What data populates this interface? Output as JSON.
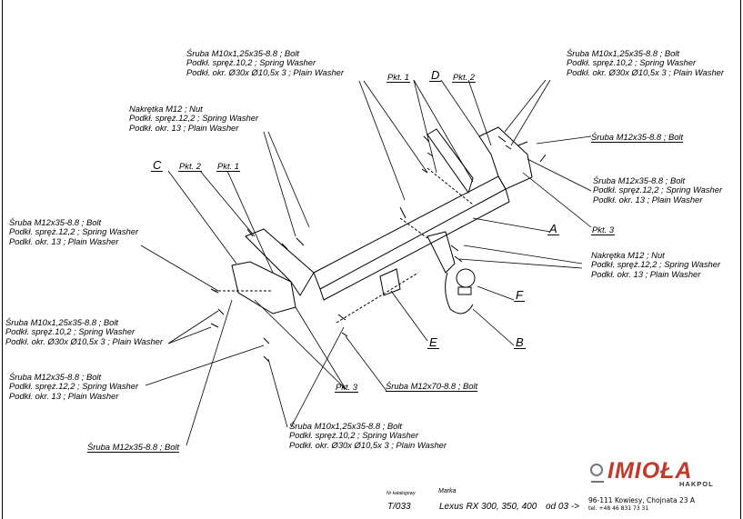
{
  "labels": {
    "bolt_m10_top": [
      "Śruba M10x1,25x35-8.8 ; Bolt",
      "Podkł. spręż.10,2 ; Spring Washer",
      "Podkł. okr. Ø30x Ø10,5x 3 ; Plain Washer"
    ],
    "bolt_m10_topright": [
      "Śruba M10x1,25x35-8.8 ; Bolt",
      "Podkł. spręż.10,2 ; Spring Washer",
      "Podkł. okr. Ø30x Ø10,5x 3 ; Plain Washer"
    ],
    "nut_m12_topleft": [
      "Nakrętka M12 ; Nut",
      "Podkł. spręż.12,2 ; Spring Washer",
      "Podkł. okr. 13 ; Plain Washer"
    ],
    "bolt_m12_right_single": "Śruba M12x35-8.8 ; Bolt",
    "bolt_m12_right": [
      "Śruba M12x35-8.8 ; Bolt",
      "Podkł. spręż.12,2 ; Spring Washer",
      "Podkł. okr. 13 ; Plain Washer"
    ],
    "bolt_m12_left": [
      "Śruba M12x35-8.8 ; Bolt",
      "Podkł. spręż.12,2 ; Spring Washer",
      "Podkł. okr. 13 ; Plain Washer"
    ],
    "bolt_m10_left": [
      "Śruba M10x1,25x35-8.8 ; Bolt",
      "Podkł. spręż.10,2 ; Spring Washer",
      "Podkł. okr. Ø30x Ø10,5x 3 ; Plain Washer"
    ],
    "nut_m12_right": [
      "Nakrętka M12 ; Nut",
      "Podkł. spręż.12,2 ; Spring Washer",
      "Podkł. okr. 13 ; Plain Washer"
    ],
    "bolt_m12_leftlow": [
      "Śruba M12x35-8.8 ; Bolt",
      "Podkł. spręż.12,2 ; Spring Washer",
      "Podkł. okr. 13 ; Plain Washer"
    ],
    "bolt_m12_bottom_single": "Śruba M12x35-8.8 ; Bolt",
    "bolt_m10_bottom": [
      "Śruba M10x1,25x35-8.8 ; Bolt",
      "Podkł. spręż.10,2 ; Spring Washer",
      "Podkł. okr. Ø30x Ø10,5x 3 ; Plain Washer"
    ],
    "bolt_m12x70": "Śruba M12x70-8.8 ; Bolt"
  },
  "tags": {
    "pkt1_top": "Pkt. 1",
    "pkt2_top": "Pkt. 2",
    "pkt2_left": "Pkt. 2",
    "pkt1_left": "Pkt. 1",
    "pkt3_right": "Pkt. 3",
    "pkt3_bottom": "Pkt. 3"
  },
  "letters": {
    "a": "A",
    "b": "B",
    "c": "C",
    "d": "D",
    "e": "E",
    "f": "F"
  },
  "footer": {
    "catalog_caption": "Nr katalogowy",
    "brand_caption": "Marka",
    "catalog_number": "T/033",
    "model": "Lexus RX 300, 350, 400",
    "from": "od 03 ->",
    "address": "96-111 Kowiesy, Chojnata 23 A",
    "phone": "tel. +48 46 831 73 31"
  },
  "logo": {
    "name": "IMIOŁA",
    "sub": "HAKPOL",
    "color": "#c0392b"
  }
}
